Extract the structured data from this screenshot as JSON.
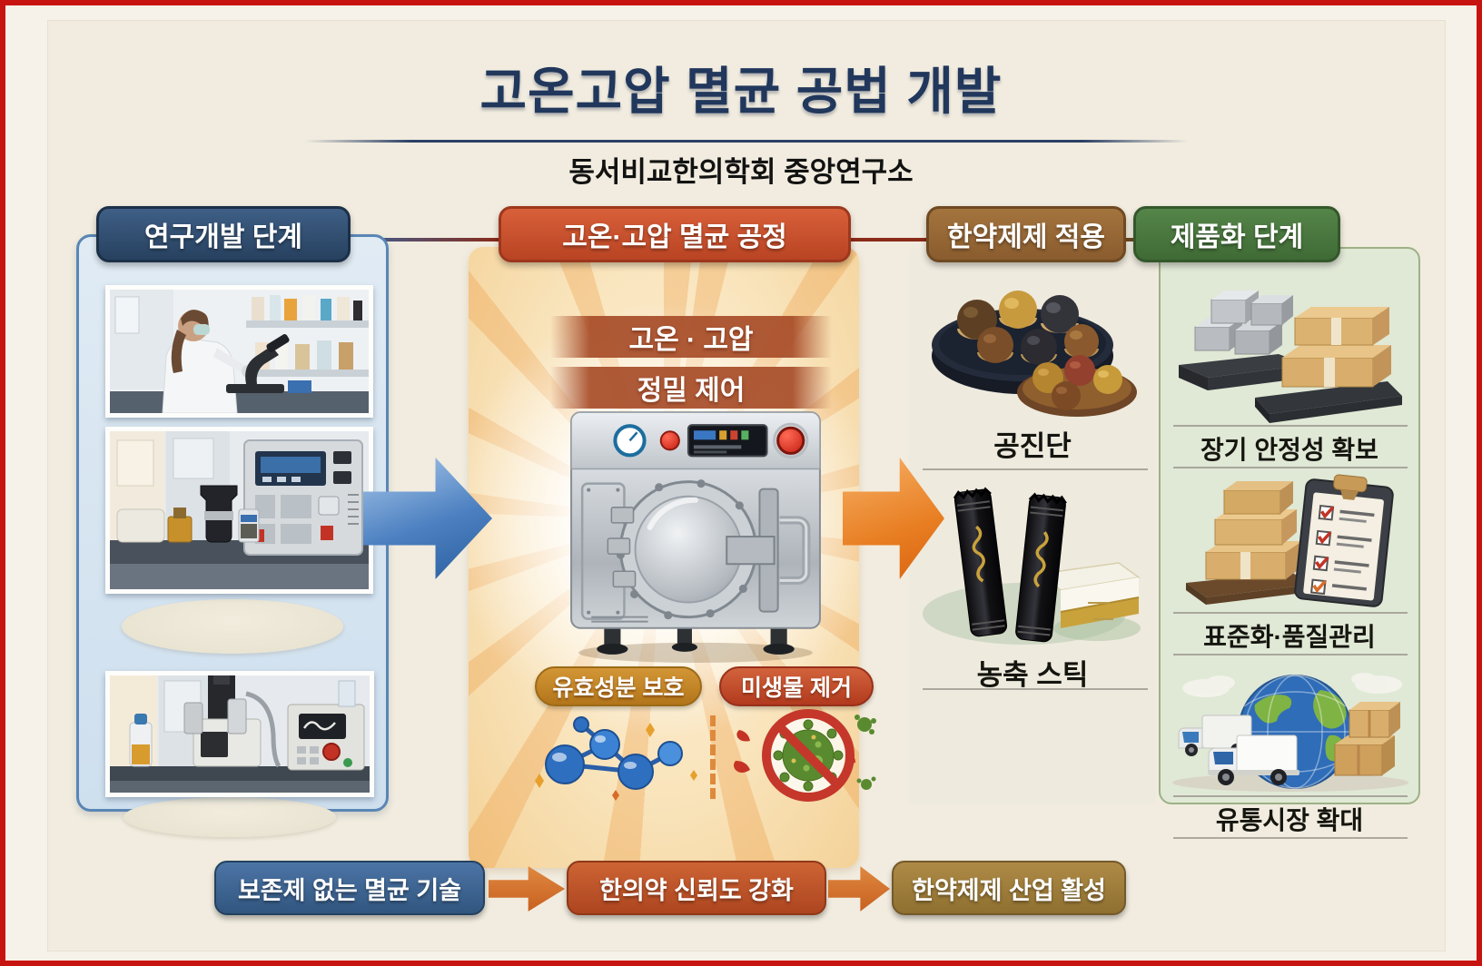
{
  "title": "고온고압 멸균 공법 개발",
  "subtitle": "동서비교한의학회 중앙연구소",
  "stages": {
    "research": {
      "header": "연구개발 단계"
    },
    "process": {
      "header": "고온·고압 멸균 공정",
      "precision_label_top": "고온 · 고압",
      "precision_label_bottom": "정밀 제어",
      "benefit_left": "유효성분 보호",
      "benefit_right": "미생물 제거"
    },
    "application": {
      "header": "한약제제 적용",
      "products": [
        {
          "label": "공진단"
        },
        {
          "label": "농축 스틱"
        }
      ]
    },
    "production": {
      "header": "제품화 단계",
      "items": [
        {
          "label": "장기 안정성 확보"
        },
        {
          "label": "표준화·품질관리"
        },
        {
          "label": "유통시장 확대"
        }
      ]
    }
  },
  "bottom_flow": [
    {
      "label": "보존제 없는 멸균 기술"
    },
    {
      "label": "한의약 신뢰도 강화"
    },
    {
      "label": "한약제제 산업 활성"
    }
  ],
  "colors": {
    "frame_red": "#c81410",
    "background_cream": "#f1ecdf",
    "title_navy": "#21375c",
    "header_research_navy": "#2d4a6e",
    "header_process_orange": "#c9512e",
    "header_application_brown": "#9a6a38",
    "header_production_green": "#4d7c42",
    "panel_research_blue": "#d8e5f1",
    "panel_process_orange": "#f9e4bc",
    "panel_application_beige": "#eeeade",
    "panel_production_green": "#e0e8d6",
    "badge_gold": "#bf8226",
    "badge_red": "#c04a2a",
    "flow_blue": "#3a6091",
    "flow_orange": "#b85c2c",
    "flow_gold_brown": "#a3803c",
    "arrow_blue": "#2f6cb0",
    "arrow_orange": "#e2701f"
  }
}
